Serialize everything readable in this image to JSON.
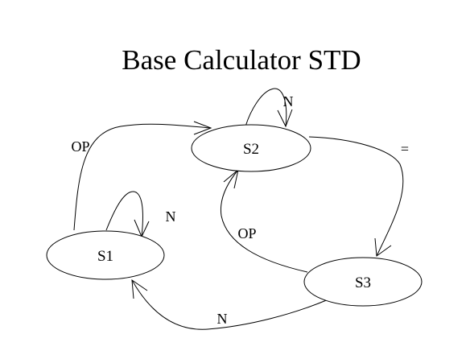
{
  "title": "Base Calculator STD",
  "states": {
    "s1": "S1",
    "s2": "S2",
    "s3": "S3"
  },
  "transitions": {
    "s1_to_s2": "OP",
    "s1_self": "N",
    "s2_self": "N",
    "s2_to_s3": "=",
    "s3_to_s2": "OP",
    "s3_to_s1": "N"
  }
}
